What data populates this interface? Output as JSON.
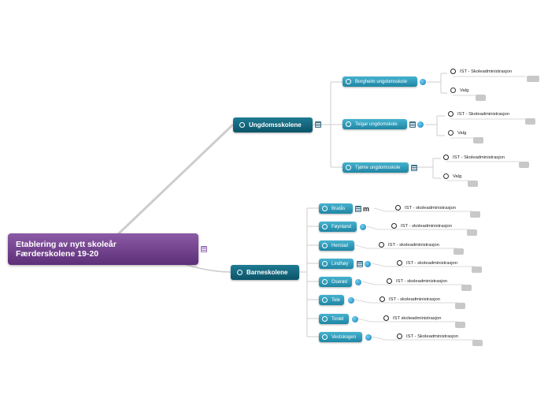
{
  "root": {
    "line1": "Etablering av nytt skoleår",
    "line2": "Færderskolene 19-20"
  },
  "ungdom": {
    "label": "Ungdomsskolene",
    "schools": [
      {
        "name": "Borgheim ungdomsskole",
        "leaf1": "IST - Skoleadministrasjon",
        "leaf2": "Valg"
      },
      {
        "name": "Teigar ungdomskole",
        "leaf1": "IST - Skoleadministrasjon",
        "leaf2": "Valg"
      },
      {
        "name": "Tjøme ungdomsskole",
        "leaf1": "IST - Skoleadministrasjon",
        "leaf2": "Valg"
      }
    ]
  },
  "barne": {
    "label": "Barneskolene",
    "schools": [
      {
        "name": "Bratås",
        "leaf": "IST - skoleadministrasjon"
      },
      {
        "name": "Føynland",
        "leaf": "IST - skoleadministrasjon"
      },
      {
        "name": "Herstad",
        "leaf": "IST - skoleadministrasjon"
      },
      {
        "name": "Lindhøy",
        "leaf": "IST - skoleadministrasjon"
      },
      {
        "name": "Oserød",
        "leaf": "IST - skoleadministrasjon"
      },
      {
        "name": "Tele",
        "leaf": "IST - skoleadministrasjon"
      },
      {
        "name": "Torød",
        "leaf": "IST skoleadministrasjon"
      },
      {
        "name": "Vestskogen",
        "leaf": "IST - Skoleadministrasjon"
      }
    ]
  },
  "colors": {
    "root": "#6a3d86",
    "mid": "#135f75",
    "sub": "#2a93b2",
    "connector": "#c9c9c9"
  }
}
